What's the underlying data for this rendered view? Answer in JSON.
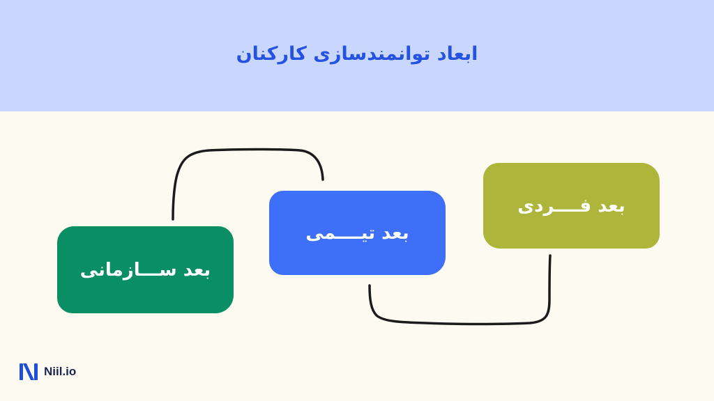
{
  "header": {
    "title": "ابعاد توانمندسازی کارکنان"
  },
  "boxes": {
    "individual": "بعد فــــردی",
    "team": "بعد تیــــمی",
    "organizational": "بعد ســـازمانی"
  },
  "brand": {
    "name": "Niil.io"
  },
  "colors": {
    "header_bg": "#c9d7ff",
    "title_text": "#2552e0",
    "individual_box": "#adb53a",
    "team_box": "#3d6ff8",
    "organizational_box": "#0a8e63",
    "connector": "#1b1b1b",
    "page_bg": "#fdfaf2"
  }
}
